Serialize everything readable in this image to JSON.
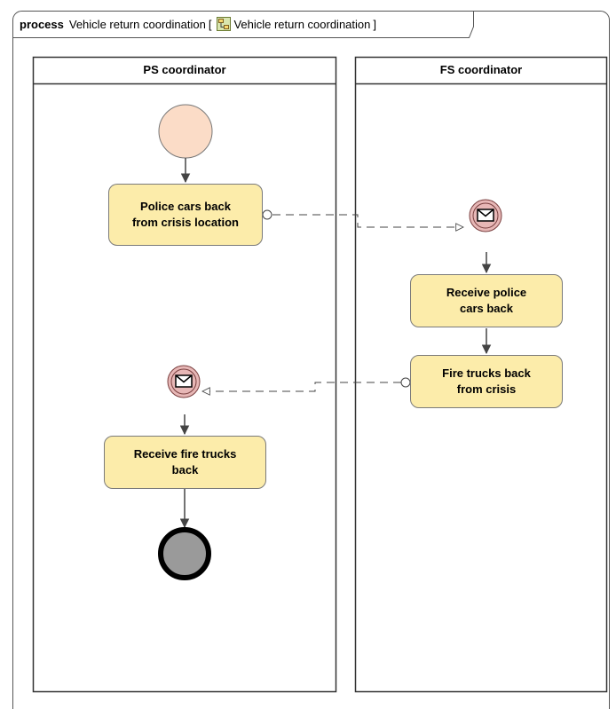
{
  "frame": {
    "keyword": "process",
    "name": "Vehicle return coordination",
    "bracket_open": "[",
    "reference_name": "Vehicle return coordination",
    "bracket_close": "]"
  },
  "lanes": [
    {
      "title": "PS coordinator"
    },
    {
      "title": "FS coordinator"
    }
  ],
  "tasks": {
    "police_cars_back": "Police cars back\nfrom crisis location",
    "receive_police_cars": "Receive police\ncars back",
    "fire_trucks_back": "Fire trucks back\nfrom crisis",
    "receive_fire_trucks": "Receive fire trucks\nback"
  },
  "colors": {
    "task_fill": "#fcecaa",
    "start_event_fill": "#fbdcc7",
    "message_event_fill": "#e7b7b6",
    "end_event_fill": "#9a9a9a",
    "line": "#444444"
  },
  "icons": {
    "message_event": "envelope-icon",
    "frame_reference": "process-diagram-icon"
  }
}
